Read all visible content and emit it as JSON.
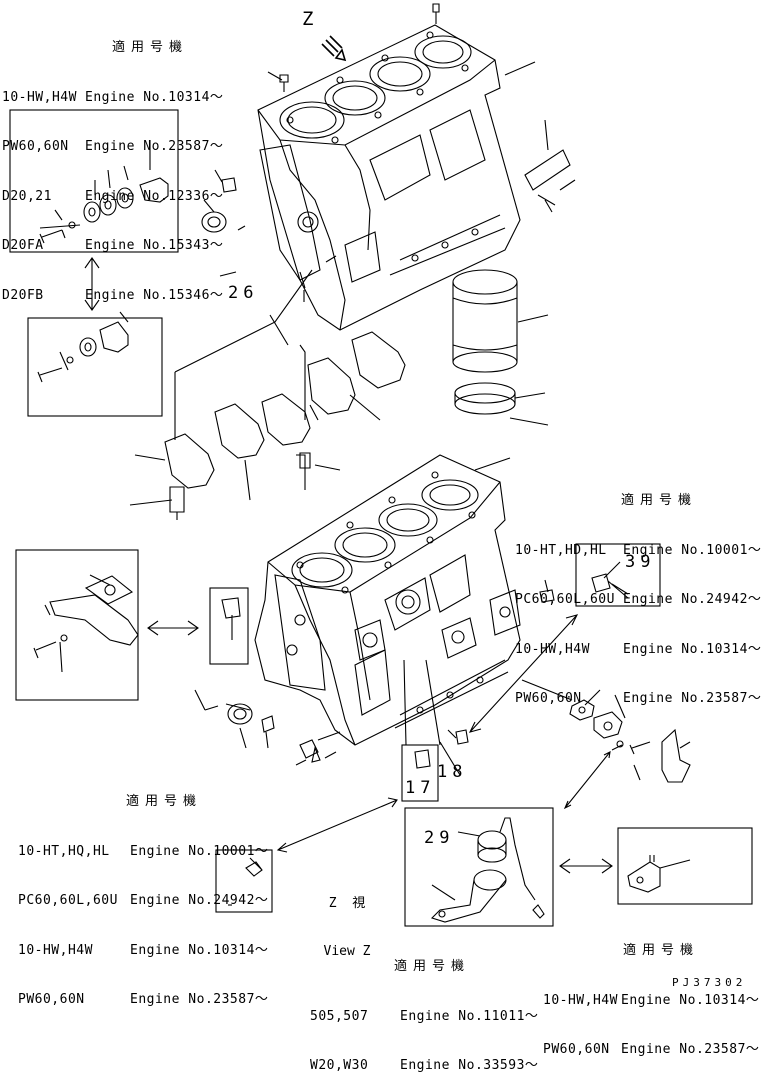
{
  "table_header": "適用号機",
  "applicability": {
    "t1": [
      [
        "10-HW,H4W",
        "Engine No.10314～"
      ],
      [
        "PW60,60N",
        "Engine No.23587～"
      ],
      [
        "D20,21",
        "Engine No.12336～"
      ],
      [
        "D20FA",
        "Engine No.15343～"
      ],
      [
        "D20FB",
        "Engine No.15346～"
      ]
    ],
    "t2": [
      [
        "10-HT,HD,HL",
        "Engine No.10001～"
      ],
      [
        "PC60,60L,60U",
        "Engine No.24942～"
      ],
      [
        "10-HW,H4W",
        "Engine No.10314～"
      ],
      [
        "PW60,60N",
        "Engine No.23587～"
      ]
    ],
    "t3": [
      [
        "10-HT,HQ,HL",
        "Engine No.10001～"
      ],
      [
        "PC60,60L,60U",
        "Engine No.24942～"
      ],
      [
        "10-HW,H4W",
        "Engine No.10314～"
      ],
      [
        "PW60,60N",
        "Engine No.23587～"
      ]
    ],
    "t4": [
      [
        "505,507",
        "Engine No.11011～"
      ],
      [
        "W20,W30",
        "Engine No.33593～"
      ]
    ],
    "t5": [
      [
        "10-HW,H4W",
        "Engine No.10314～"
      ],
      [
        "PW60,60N",
        "Engine No.23587～"
      ]
    ]
  },
  "callouts": {
    "n26": "26",
    "n39": "39",
    "n18": "18",
    "n17": "17",
    "n29": "29"
  },
  "view_arrow_label": "Z",
  "view_caption": {
    "line1": "Z  視",
    "line2": "View Z"
  },
  "drawing_code": "PJ37302"
}
